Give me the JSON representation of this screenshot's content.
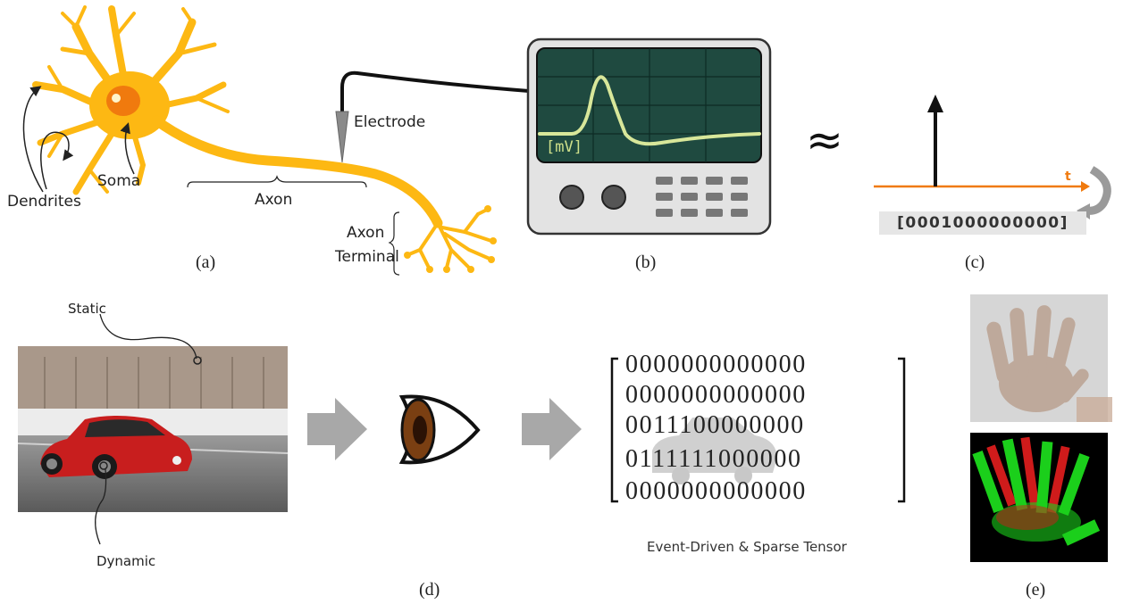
{
  "neuron": {
    "labels": {
      "dendrites": "Dendrites",
      "soma": "Soma",
      "axon": "Axon",
      "axon_terminal_line1": "Axon",
      "axon_terminal_line2": "Terminal",
      "electrode": "Electrode"
    },
    "caption": "(a)",
    "colors": {
      "neuron": "#FDB813",
      "nucleus": "#F07A0E"
    }
  },
  "oscilloscope": {
    "unit_label": "[mV]",
    "caption": "(b)",
    "colors": {
      "screen": "#1f4a40",
      "trace": "#d8e79a",
      "body": "#e3e3e3"
    }
  },
  "approx_symbol": "≈",
  "spike": {
    "t_label": "t",
    "binary_array": "[0001000000000]",
    "caption": "(c)",
    "colors": {
      "axis": "#F07A0E",
      "spike": "#111111"
    }
  },
  "event_camera": {
    "label_static": "Static",
    "label_dynamic": "Dynamic",
    "tensor_rows": [
      "0000000000000",
      "0000000000000",
      "0011100000000",
      "0111111000000",
      "0000000000000"
    ],
    "tensor_caption": "Event-Driven & Sparse Tensor",
    "caption_d": "(d)",
    "caption_e": "(e)",
    "colors": {
      "arrow": "#a8a8a8",
      "car": "#c81e1e",
      "event_pos": "#1ee61e",
      "event_neg": "#e61e1e"
    }
  }
}
